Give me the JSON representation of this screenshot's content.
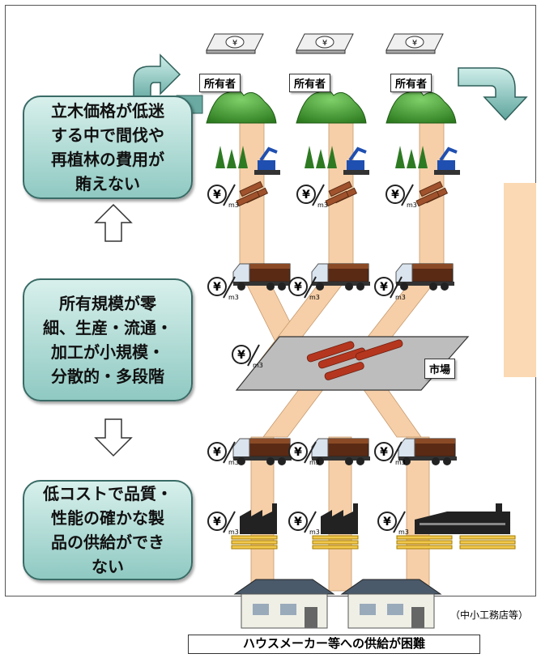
{
  "notes": {
    "top": [
      "立木価格が低迷",
      "する中で間伐や",
      "再植林の費用が",
      "賄えない"
    ],
    "middle": [
      "所有規模が零",
      "細、生産・流通・",
      "加工が小規模・",
      "分散的・多段階"
    ],
    "bottom": [
      "低コストで品質・",
      "性能の確かな製",
      "品の供給ができ",
      "ない"
    ]
  },
  "owners": [
    "所有者",
    "所有者",
    "所有者"
  ],
  "market_label": "市場",
  "yen_symbol": "¥",
  "unit_label": "m3",
  "builder_label": "（中小工務店等）",
  "bottom_caption": "ハウスメーカー等への供給が困難",
  "colors": {
    "flow_band": "#f6cfa8",
    "note_fill": "#a9dad3",
    "forest": "#3f9a2a",
    "market_plane": "#bdbdbd",
    "logs": "#b5361e",
    "peach_panel": "#fbd9b4"
  }
}
